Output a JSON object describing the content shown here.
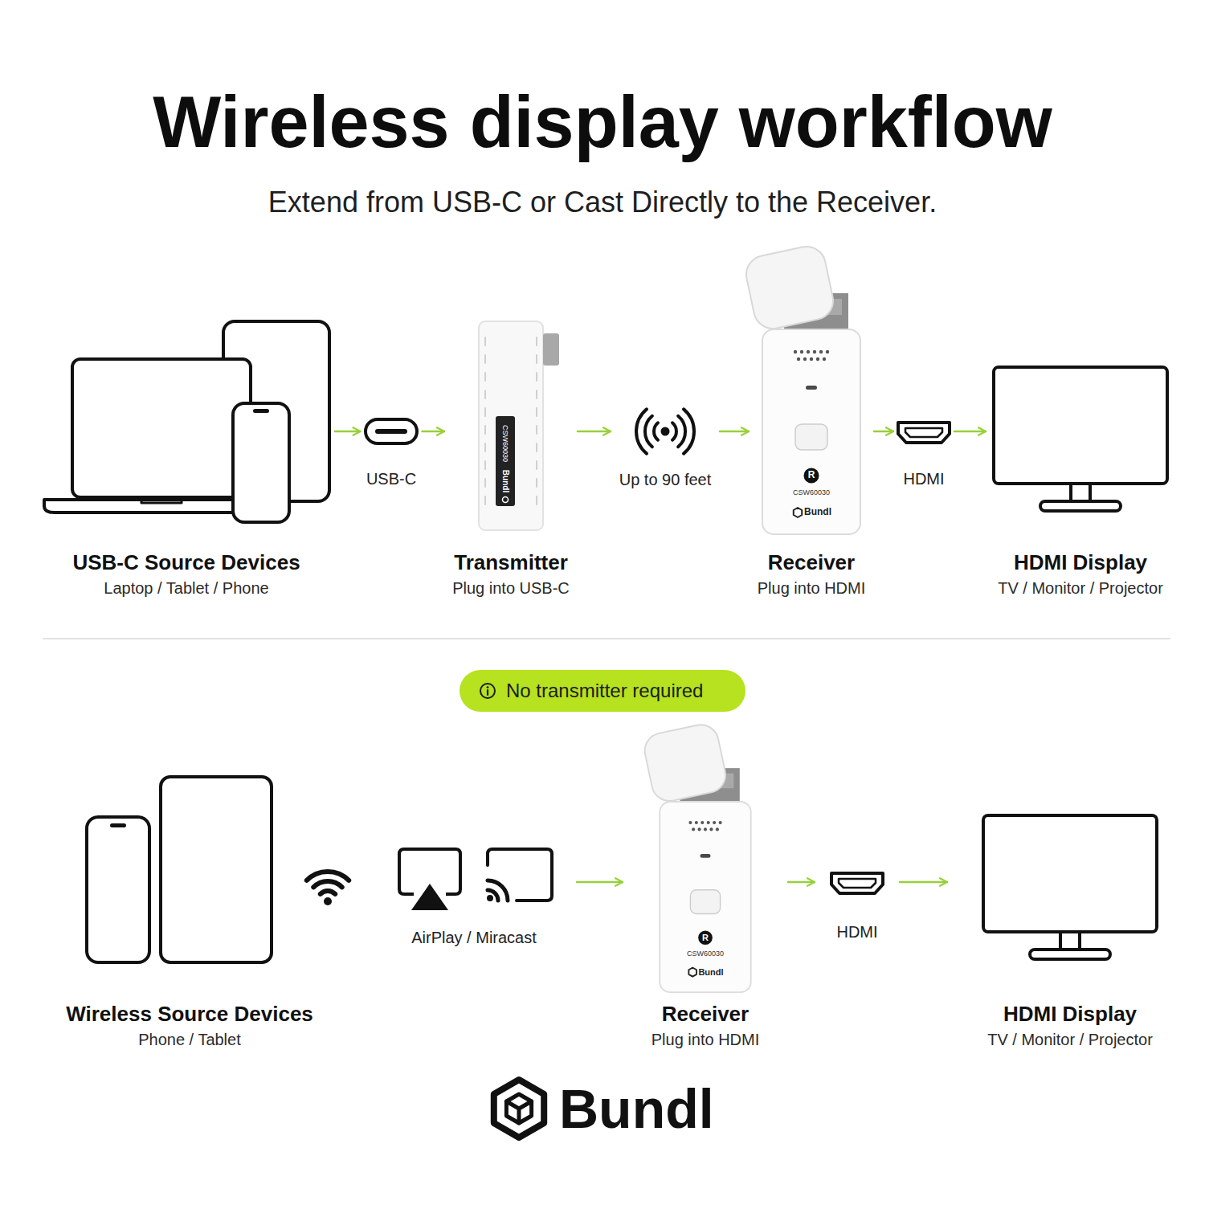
{
  "diagram": {
    "title": "Wireless display workflow",
    "nodes": [
      {
        "text": [
          "USB-C Source Devices",
          "Laptop / Tablet / Phone"
        ]
      },
      {
        "text": [
          "USB-C"
        ]
      },
      {
        "text": [
          "Transmitter",
          "Plug into USB-C"
        ]
      },
      {
        "text": [
          "Up to 90 feet"
        ]
      },
      {
        "text": [
          "Receiver",
          "Plug into HDMI"
        ]
      },
      {
        "text": [
          "HDMI"
        ]
      },
      {
        "text": [
          "HDMI Display",
          "TV / Monitor / Projector"
        ]
      },
      {
        "text": [
          "No transmitter required"
        ]
      },
      {
        "text": [
          "Wireless Source Devices",
          "Phone / Tablet"
        ]
      },
      {
        "text": [
          "AirPlay / Miracast"
        ]
      },
      {
        "text": [
          "Receiver",
          "Plug into HDMI"
        ]
      },
      {
        "text": [
          "HDMI"
        ]
      },
      {
        "text": [
          "HDMI Display",
          "TV / Monitor / Projector"
        ]
      }
    ],
    "edges": [
      {
        "from": 0,
        "to": 1,
        "arrow": "to"
      },
      {
        "from": 1,
        "to": 2,
        "arrow": "to"
      },
      {
        "from": 2,
        "to": 3,
        "arrow": "to"
      },
      {
        "from": 3,
        "to": 4,
        "arrow": "to"
      },
      {
        "from": 4,
        "to": 5,
        "arrow": "to"
      },
      {
        "from": 5,
        "to": 6,
        "arrow": "to"
      },
      {
        "from": 9,
        "to": 10,
        "arrow": "to"
      },
      {
        "from": 10,
        "to": 11,
        "arrow": "to"
      },
      {
        "from": 11,
        "to": 12,
        "arrow": "to"
      }
    ],
    "labels": [
      "Extend from USB-C or Cast Directly to the Receiver.",
      "CSW60030",
      "Bundl",
      "R",
      "CSW60030",
      "Bundl",
      "R",
      "CSW60030",
      "Bundl",
      "Bundl"
    ]
  }
}
